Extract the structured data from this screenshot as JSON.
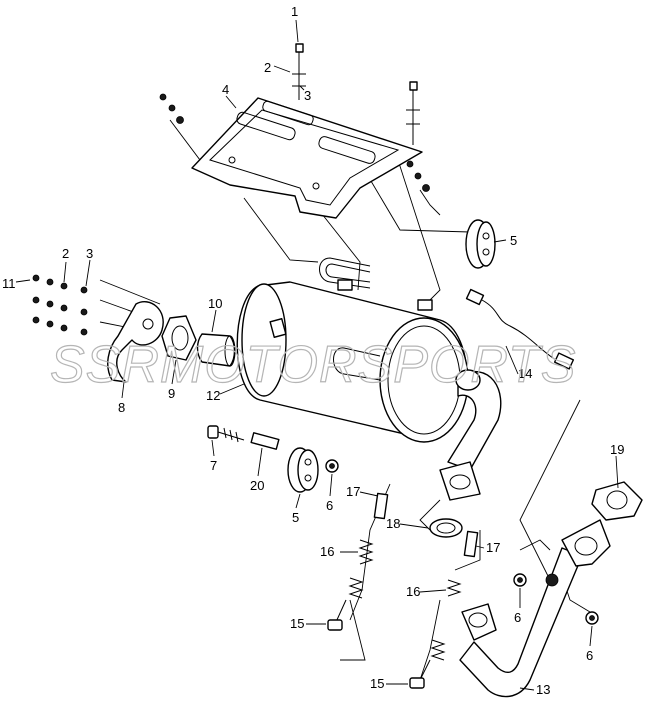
{
  "watermark": "SSRMOTORSPORTS",
  "callouts": {
    "c1": "1",
    "c2a": "2",
    "c3a": "3",
    "c4": "4",
    "c5a": "5",
    "c2b": "2",
    "c3b": "3",
    "c11": "11",
    "c10": "10",
    "c9": "9",
    "c8": "8",
    "c12": "12",
    "c14": "14",
    "c7": "7",
    "c20": "20",
    "c5b": "5",
    "c6a": "6",
    "c17a": "17",
    "c18": "18",
    "c17b": "17",
    "c16a": "16",
    "c16b": "16",
    "c19": "19",
    "c6b": "6",
    "c6c": "6",
    "c15a": "15",
    "c15b": "15",
    "c13": "13"
  }
}
